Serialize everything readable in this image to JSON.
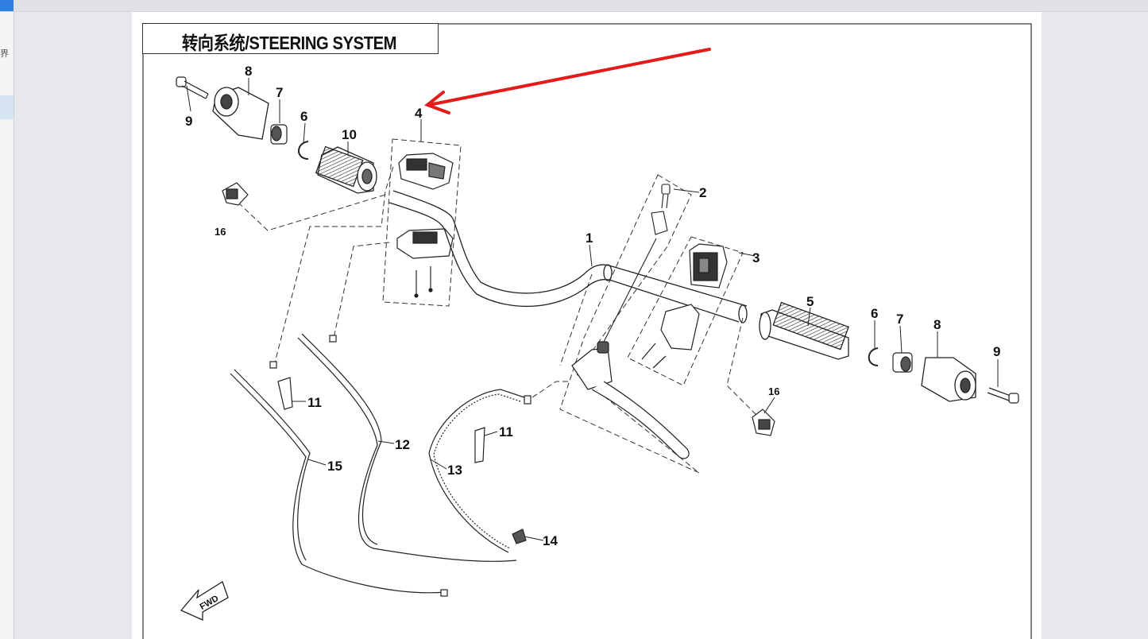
{
  "viewer": {
    "side_glyph": "界"
  },
  "diagram": {
    "title": "转向系统/STEERING SYSTEM",
    "callouts": [
      {
        "id": "c-9-left",
        "label": "9"
      },
      {
        "id": "c-8-left",
        "label": "8"
      },
      {
        "id": "c-7-left",
        "label": "7"
      },
      {
        "id": "c-6-left",
        "label": "6"
      },
      {
        "id": "c-10",
        "label": "10"
      },
      {
        "id": "c-4",
        "label": "4"
      },
      {
        "id": "c-16-left",
        "label": "16"
      },
      {
        "id": "c-2",
        "label": "2"
      },
      {
        "id": "c-3",
        "label": "3"
      },
      {
        "id": "c-1",
        "label": "1"
      },
      {
        "id": "c-5",
        "label": "5"
      },
      {
        "id": "c-6-right",
        "label": "6"
      },
      {
        "id": "c-7-right",
        "label": "7"
      },
      {
        "id": "c-8-right",
        "label": "8"
      },
      {
        "id": "c-9-right",
        "label": "9"
      },
      {
        "id": "c-16-right",
        "label": "16"
      },
      {
        "id": "c-11-left",
        "label": "11"
      },
      {
        "id": "c-11-right",
        "label": "11"
      },
      {
        "id": "c-12",
        "label": "12"
      },
      {
        "id": "c-13",
        "label": "13"
      },
      {
        "id": "c-15",
        "label": "15"
      },
      {
        "id": "c-14",
        "label": "14"
      }
    ],
    "fwd_label": "FWD",
    "arrow_color": "#e31b1b"
  }
}
